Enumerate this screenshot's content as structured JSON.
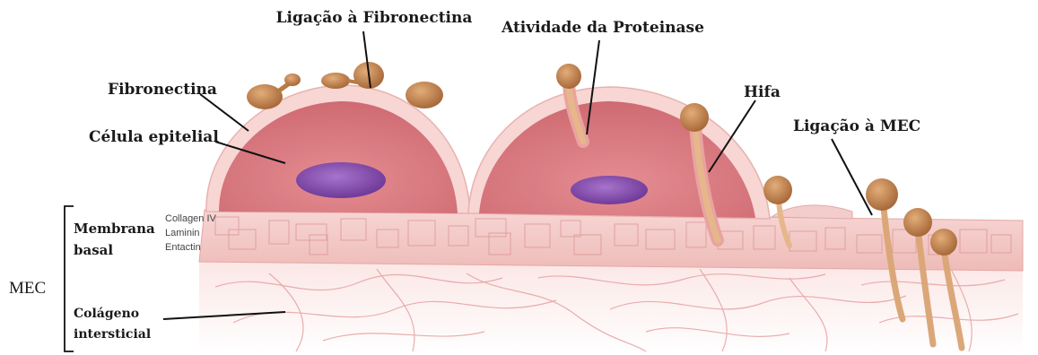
{
  "labels": {
    "fibronectin_binding": "Ligação à Fibronectina",
    "proteinase_activity": "Atividade da Proteinase",
    "fibronectin": "Fibronectina",
    "epithelial_cell": "Célula epitelial",
    "hypha": "Hifa",
    "ecm_binding": "Ligação à MEC",
    "basement_membrane_line1": "Membrana",
    "basement_membrane_line2": "basal",
    "ecm": "MEC",
    "interstitial_collagen_line1": "Colágeno",
    "interstitial_collagen_line2": "intersticial"
  },
  "basement_membrane_components": [
    "Collagen IV",
    "Laminin",
    "Entactin"
  ],
  "colors": {
    "cell_fill": "#dc7f86",
    "cell_rim": "#f7d5d3",
    "membrane": "#f2c6c4",
    "nucleus": "#8a4fb0",
    "fungus": "#c98b55",
    "hypha": "#e9bd8c",
    "collagen_fiber": "#e6a3a3"
  }
}
